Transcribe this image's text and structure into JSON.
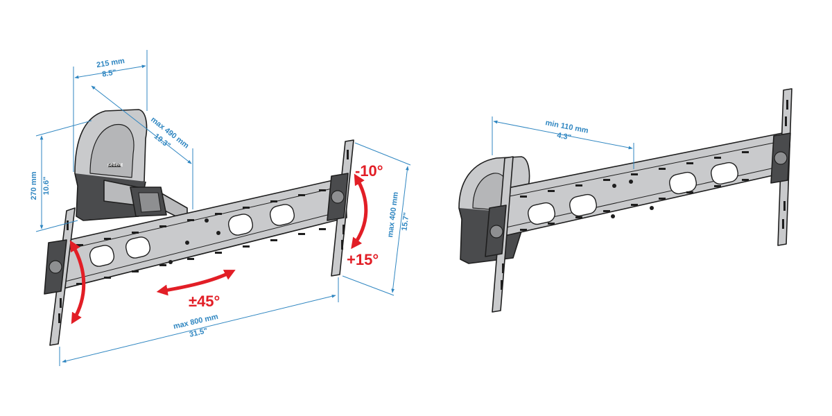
{
  "colors": {
    "dimension": "#2f86c1",
    "rotation": "#e21e26",
    "metal_fill": "#c9cacc",
    "metal_light": "#e3e4e6",
    "metal_dark": "#4a4b4d",
    "outline": "#1e1e1e",
    "hole": "#ffffff"
  },
  "logo_text": "sellent",
  "dims": {
    "depth_min": {
      "mm": "215 mm",
      "inch": "8.5\""
    },
    "arm_extension": {
      "mm": "max 490 mm",
      "inch": "19.3\""
    },
    "wall_height": {
      "mm": "270 mm",
      "inch": "10.6\""
    },
    "vertical_span": {
      "mm": "max 400 mm",
      "inch": "15.7\""
    },
    "horizontal_span": {
      "mm": "max 800 mm",
      "inch": "31.5\""
    },
    "folded_depth": {
      "mm": "min 110 mm",
      "inch": "4.3\""
    }
  },
  "rotations": {
    "tilt_up": "-10°",
    "tilt_down": "+15°",
    "swivel": "±45°"
  }
}
